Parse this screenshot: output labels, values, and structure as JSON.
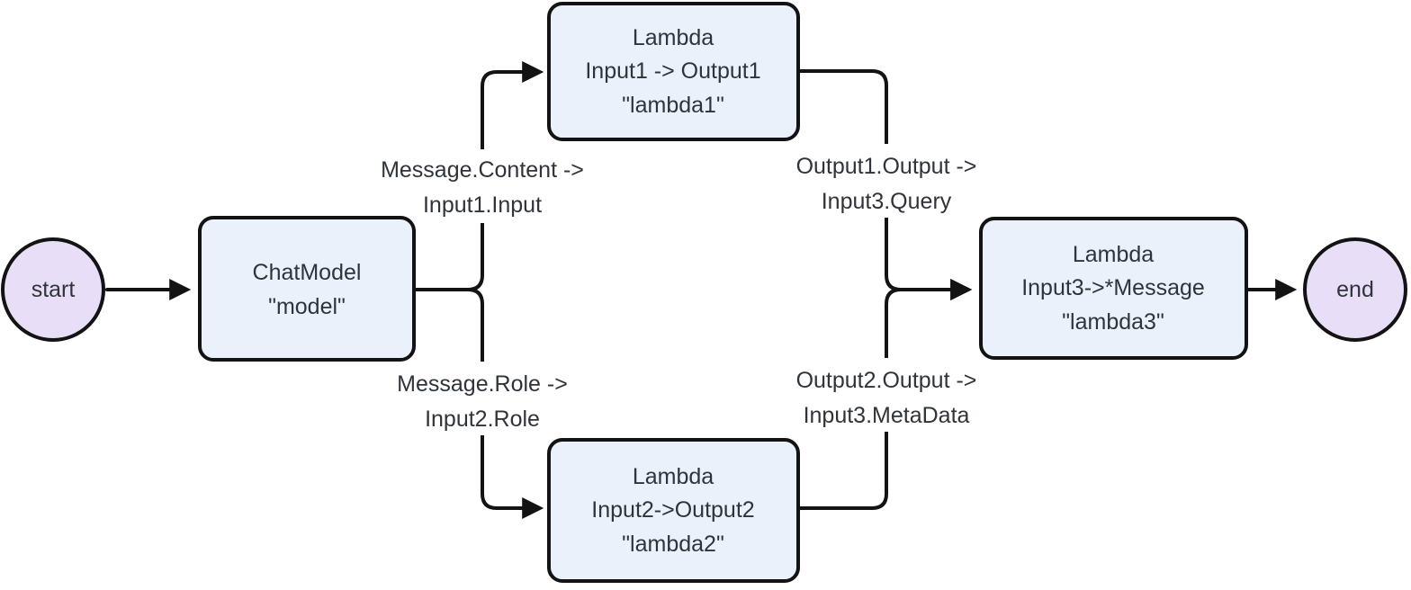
{
  "diagram": {
    "type": "flowchart",
    "direction": "left-to-right",
    "colors": {
      "terminal_fill": "#e9def7",
      "process_fill": "#eaf1fb",
      "stroke": "#131313",
      "text": "#2f343a",
      "background": "#ffffff"
    },
    "nodes": {
      "start": {
        "label": "start"
      },
      "chat_model": {
        "lines": [
          "ChatModel",
          "\"model\""
        ]
      },
      "lambda1": {
        "lines": [
          "Lambda",
          "Input1 -> Output1",
          "\"lambda1\""
        ]
      },
      "lambda2": {
        "lines": [
          "Lambda",
          "Input2->Output2",
          "\"lambda2\""
        ]
      },
      "lambda3": {
        "lines": [
          "Lambda",
          "Input3->*Message",
          "\"lambda3\""
        ]
      },
      "end": {
        "label": "end"
      }
    },
    "edge_labels": {
      "chat_to_lambda1": [
        "Message.Content ->",
        "Input1.Input"
      ],
      "chat_to_lambda2": [
        "Message.Role ->",
        "Input2.Role"
      ],
      "lambda1_to_lambda3": [
        "Output1.Output ->",
        "Input3.Query"
      ],
      "lambda2_to_lambda3": [
        "Output2.Output ->",
        "Input3.MetaData"
      ]
    }
  }
}
